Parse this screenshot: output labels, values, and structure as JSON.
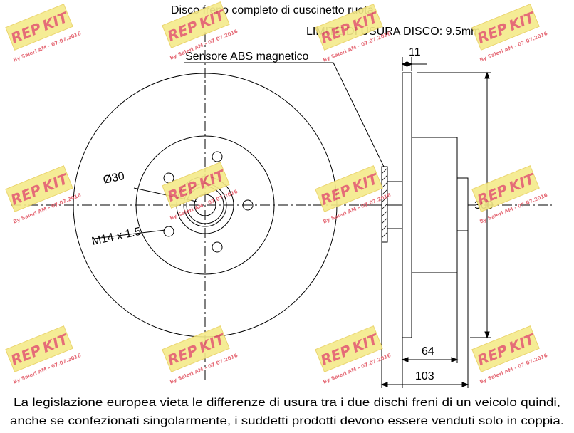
{
  "drawing": {
    "title": "Disco freno completo di cuscinetto ruota",
    "wear_limit": "LIMITE DI USURA DISCO: 9.5mm",
    "abs_label": "Sensore ABS magnetico",
    "bore_label": "Ø30",
    "thread_label": "M14 x 1.5",
    "dims": {
      "thickness": "11",
      "diameter": "300",
      "hub_depth": "64",
      "total_depth": "103"
    }
  },
  "footer": {
    "line1": "La legislazione europea vieta le differenze di usura tra i due dischi freni di un veicolo quindi,",
    "line2": "anche se confezionati singolarmente, i suddetti prodotti devono essere venduti solo in coppia."
  },
  "watermark": {
    "brand_part1": "REP",
    "brand_part2": "KIT",
    "credit": "By Saleri AM - 07.07.2016",
    "badge_color": "#f5ea8a",
    "border_color": "#e8d060",
    "text_color": "#e35d6a"
  }
}
